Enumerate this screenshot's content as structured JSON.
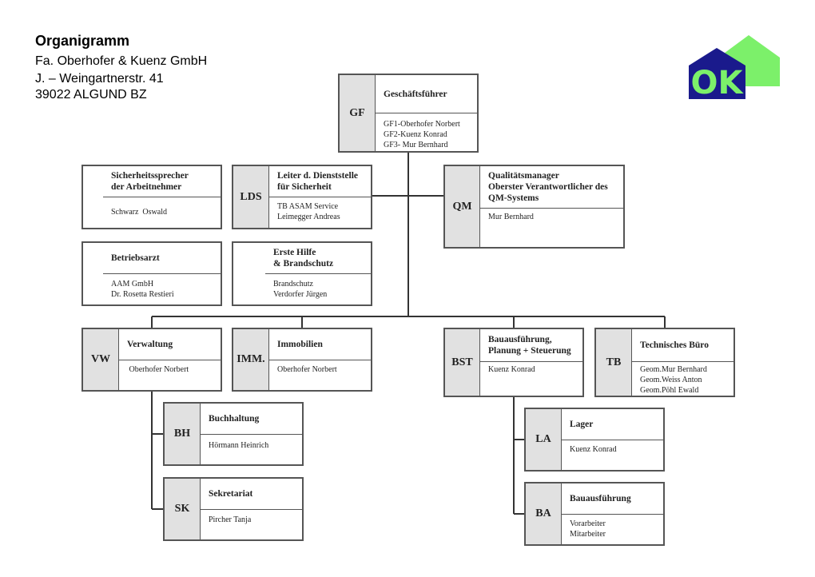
{
  "header": {
    "title": "Organigramm",
    "company": "Fa. Oberhofer & Kuenz GmbH",
    "street": "J. – Weingartnerstr. 41",
    "city": "39022  ALGUND BZ"
  },
  "logo": {
    "text": "OK",
    "colors": {
      "navy": "#1a1a8c",
      "green": "#7cf06a"
    }
  },
  "gf": {
    "code": "GF",
    "title": [
      "Geschäftsführer"
    ],
    "body": [
      "GF1-Oberhofer Norbert",
      "GF2-Kuenz Konrad",
      "GF3- Mur Bernhard"
    ]
  },
  "sich": {
    "title": [
      "Sicherheitssprecher",
      "der Arbeitnehmer"
    ],
    "body": [
      "Schwarz  Oswald"
    ]
  },
  "lds": {
    "code": "LDS",
    "title": [
      "Leiter d. Dienststelle",
      "für Sicherheit"
    ],
    "body": [
      "TB ASAM Service",
      "Leimegger Andreas"
    ]
  },
  "qm": {
    "code": "QM",
    "title": [
      "Qualitätsmanager",
      "Oberster Verantwortlicher des",
      "QM-Systems"
    ],
    "body": [
      "Mur Bernhard"
    ]
  },
  "arzt": {
    "title": [
      "Betriebsarzt"
    ],
    "body": [
      "AAM GmbH",
      "Dr. Rosetta Restieri"
    ]
  },
  "ersthilfe": {
    "title": [
      "Erste Hilfe",
      "& Brandschutz"
    ],
    "body": [
      "Brandschutz",
      "Verdorfer Jürgen"
    ]
  },
  "vw": {
    "code": "VW",
    "title": [
      "Verwaltung"
    ],
    "body": [
      " Oberhofer Norbert"
    ]
  },
  "imm": {
    "code": "IMM.",
    "title": [
      "Immobilien"
    ],
    "body": [
      "Oberhofer Norbert"
    ]
  },
  "bst": {
    "code": "BST",
    "title": [
      "Bauausführung,",
      "Planung + Steuerung"
    ],
    "body": [
      "Kuenz Konrad"
    ]
  },
  "tb": {
    "code": "TB",
    "title": [
      "Technisches Büro"
    ],
    "body": [
      "Geom.Mur Bernhard",
      "Geom.Weiss Anton",
      "Geom.Pöhl Ewald"
    ]
  },
  "bh": {
    "code": "BH",
    "title": [
      "Buchhaltung"
    ],
    "body": [
      "Hörmann Heinrich"
    ]
  },
  "sk": {
    "code": "SK",
    "title": [
      "Sekretariat"
    ],
    "body": [
      "Pircher Tanja"
    ]
  },
  "la": {
    "code": "LA",
    "title": [
      "Lager"
    ],
    "body": [
      "Kuenz Konrad"
    ]
  },
  "ba": {
    "code": "BA",
    "title": [
      "Bauausführung"
    ],
    "body": [
      "Vorarbeiter",
      "Mitarbeiter"
    ]
  }
}
